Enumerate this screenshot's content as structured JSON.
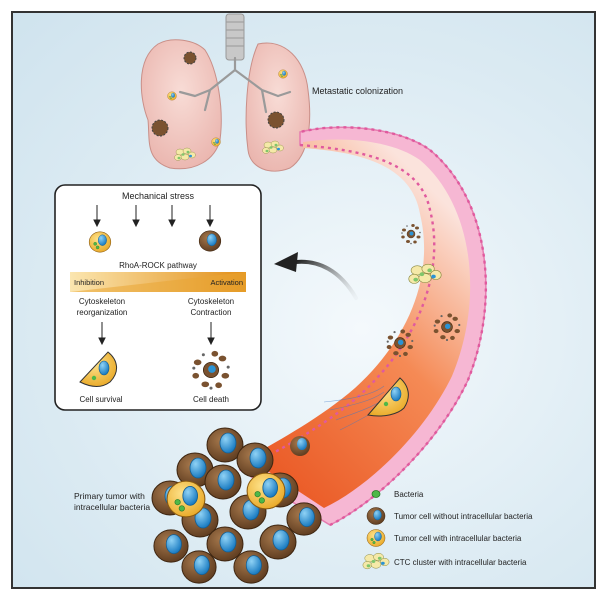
{
  "labels": {
    "metastatic": "Metastatic colonization",
    "primary_line1": "Primary tumor with",
    "primary_line2": "intracellular bacteria"
  },
  "inset": {
    "title": "Mechanical stress",
    "pathway": "RhoA-ROCK pathway",
    "inhibition": "Inhibition",
    "activation": "Activation",
    "left_line1": "Cytoskeleton",
    "left_line2": "reorganization",
    "right_line1": "Cytoskeleton",
    "right_line2": "Contraction",
    "survival": "Cell survival",
    "death": "Cell death"
  },
  "legend": {
    "bacteria": "Bacteria",
    "tumor_without": "Tumor cell without intracellular bacteria",
    "tumor_with": "Tumor cell with intracellular bacteria",
    "ctc": "CTC cluster with intracellular bacteria"
  },
  "colors": {
    "vessel_outer": "#f0a6c8",
    "vessel_inner": "#f06a2a",
    "tumor_brown": "#7a5230",
    "nucleus_blue": "#2a93d5",
    "bacteria_green": "#4fb848",
    "yellow_cell": "#f5c23a",
    "lung_pink": "#f3c9c4"
  }
}
